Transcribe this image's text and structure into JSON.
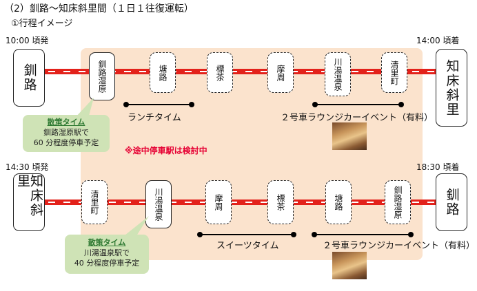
{
  "heading": "（2）釧路～知床斜里間（１日１往復運転）",
  "subheading": "①行程イメージ",
  "note": "※途中停車駅は検討中",
  "outbound": {
    "depart_time": "10:00 頃発",
    "arrive_time": "14:00 頃着",
    "origin": "釧路",
    "destination": "知床斜里",
    "stops": [
      {
        "name": "釧路湿原",
        "type": "stop"
      },
      {
        "name": "塘路",
        "type": "pass"
      },
      {
        "name": "標茶",
        "type": "pass"
      },
      {
        "name": "摩周",
        "type": "pass"
      },
      {
        "name": "川湯温泉",
        "type": "pass"
      },
      {
        "name": "清里町",
        "type": "pass"
      }
    ],
    "event1": "ランチタイム",
    "event2": "２号車ラウンジカーイベント（有料）",
    "callout": {
      "title": "散策タイム",
      "line1": "釧路湿原駅で",
      "line2": "60 分程度停車予定"
    }
  },
  "inbound": {
    "depart_time": "14:30 頃発",
    "arrive_time": "18:30 頃着",
    "origin": "知床斜里",
    "destination": "釧路",
    "stops": [
      {
        "name": "清里町",
        "type": "pass"
      },
      {
        "name": "川湯温泉",
        "type": "stop"
      },
      {
        "name": "摩周",
        "type": "pass"
      },
      {
        "name": "標茶",
        "type": "pass"
      },
      {
        "name": "塘路",
        "type": "pass"
      },
      {
        "name": "釧路湿原",
        "type": "pass"
      }
    ],
    "event1": "スイーツタイム",
    "event2": "２号車ラウンジカーイベント（有料）",
    "callout": {
      "title": "散策タイム",
      "line1": "川湯温泉駅で",
      "line2": "40 分程度停車予定"
    }
  }
}
